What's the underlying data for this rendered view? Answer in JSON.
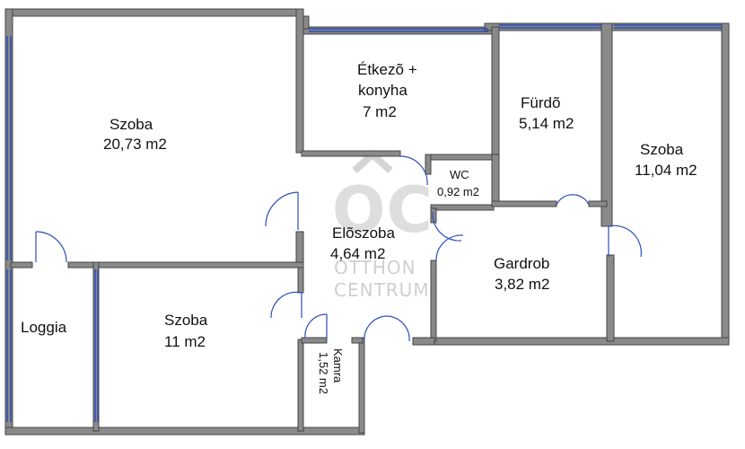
{
  "watermark": {
    "logo": "OC",
    "line1": "OTTHON",
    "line2": "CENTRUM"
  },
  "rooms": {
    "szoba_large": {
      "name": "Szoba",
      "area": "20,73 m2"
    },
    "etkezo": {
      "name_line1": "Étkezõ +",
      "name_line2": "konyha",
      "area": "7 m2"
    },
    "furdo": {
      "name": "Fürdõ",
      "area": "5,14 m2"
    },
    "szoba_right": {
      "name": "Szoba",
      "area": "11,04 m2"
    },
    "wc": {
      "name": "WC",
      "area": "0,92 m2"
    },
    "eloszoba": {
      "name": "Elõszoba",
      "area": "4,64 m2"
    },
    "gardrob": {
      "name": "Gardrob",
      "area": "3,82 m2"
    },
    "loggia": {
      "name": "Loggia"
    },
    "szoba_small": {
      "name": "Szoba",
      "area": "11 m2"
    },
    "kamra": {
      "name": "Kamra",
      "area": "1,52 m2"
    }
  },
  "colors": {
    "wall": "#555555",
    "wall_fill": "#8a8a8a",
    "window": "#2a4db8",
    "door": "#2a4db8",
    "watermark": "#cfcfcf"
  }
}
